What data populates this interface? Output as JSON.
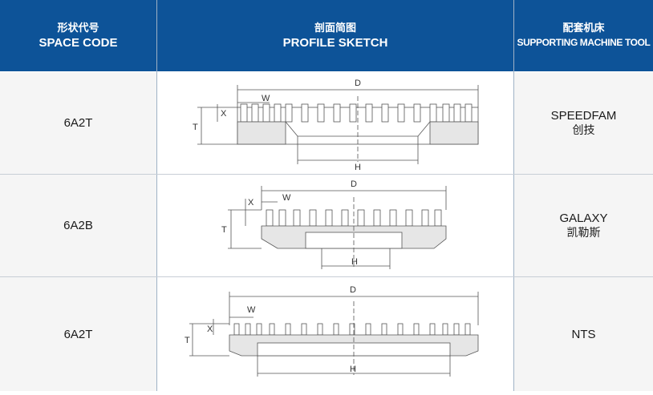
{
  "header": {
    "col1": {
      "zh": "形状代号",
      "en": "SPACE CODE"
    },
    "col2": {
      "zh": "剖面简图",
      "en": "PROFILE SKETCH"
    },
    "col3": {
      "zh": "配套机床",
      "en": "SUPPORTING MACHINE TOOL"
    }
  },
  "rows": [
    {
      "code": "6A2T",
      "tool_en": "SPEEDFAM",
      "tool_zh": "创技"
    },
    {
      "code": "6A2B",
      "tool_en": "GALAXY",
      "tool_zh": "凯勒斯"
    },
    {
      "code": "6A2T",
      "tool_en": "NTS",
      "tool_zh": ""
    }
  ],
  "sketch_labels": {
    "d": "D",
    "w": "W",
    "x": "X",
    "t": "T",
    "h": "H"
  }
}
